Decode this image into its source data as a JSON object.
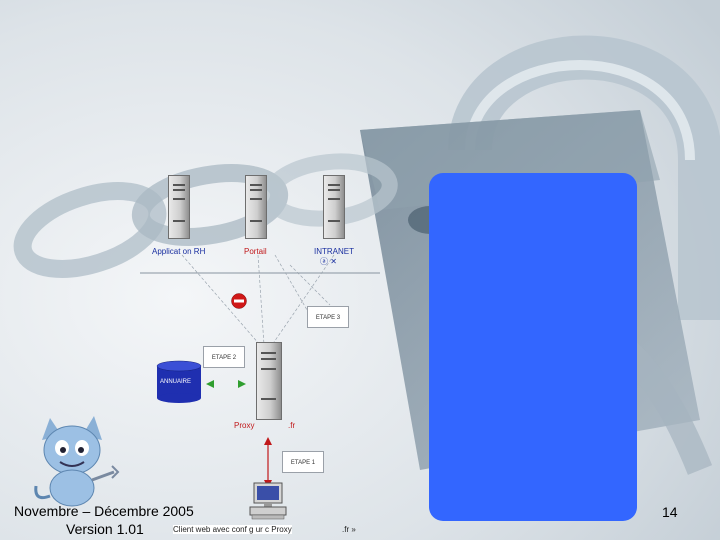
{
  "footer": {
    "date": "Novembre – Décembre 2005",
    "version": "Version 1.01",
    "page_number": "14"
  },
  "diagram": {
    "server_rh_label": "Applicat on RH",
    "server_portail_label": "Portail",
    "server_intranet_label": "INTRANET",
    "intranet_sublabel": "ⓐ ✕",
    "etape_1": "ETAPE 1",
    "etape_2": "ETAPE 2",
    "etape_3": "ETAPE 3",
    "annuaire_label": "ANNUAIRE",
    "proxy_label": "Proxy",
    "proxy_suffix": ".fr",
    "client_caption": "Client web avec conf g ur  c Proxy",
    "client_suffix": ".fr »"
  },
  "colors": {
    "panel": "#3366ff",
    "label_red": "#c0181a",
    "label_blue": "#1a2fa0"
  }
}
